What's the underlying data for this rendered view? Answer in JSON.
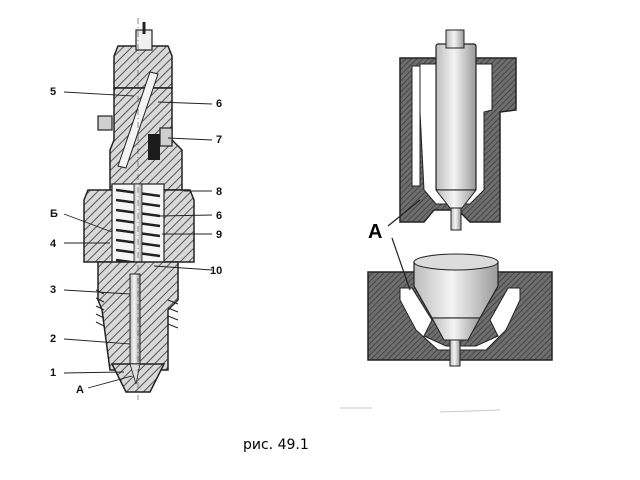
{
  "figure": {
    "caption": "рис. 49.1",
    "callouts": {
      "c5": "5",
      "c6a": "6",
      "c7": "7",
      "c8": "8",
      "cB": "Б",
      "c6b": "6",
      "c4": "4",
      "c9": "9",
      "c10": "10",
      "c3": "3",
      "c2": "2",
      "c1": "1",
      "cA": "А"
    },
    "detail_label": "А"
  },
  "colors": {
    "line": "#222222",
    "hatch": "#555555",
    "section": "#7a7a7a",
    "light": "#e8e8e8"
  }
}
